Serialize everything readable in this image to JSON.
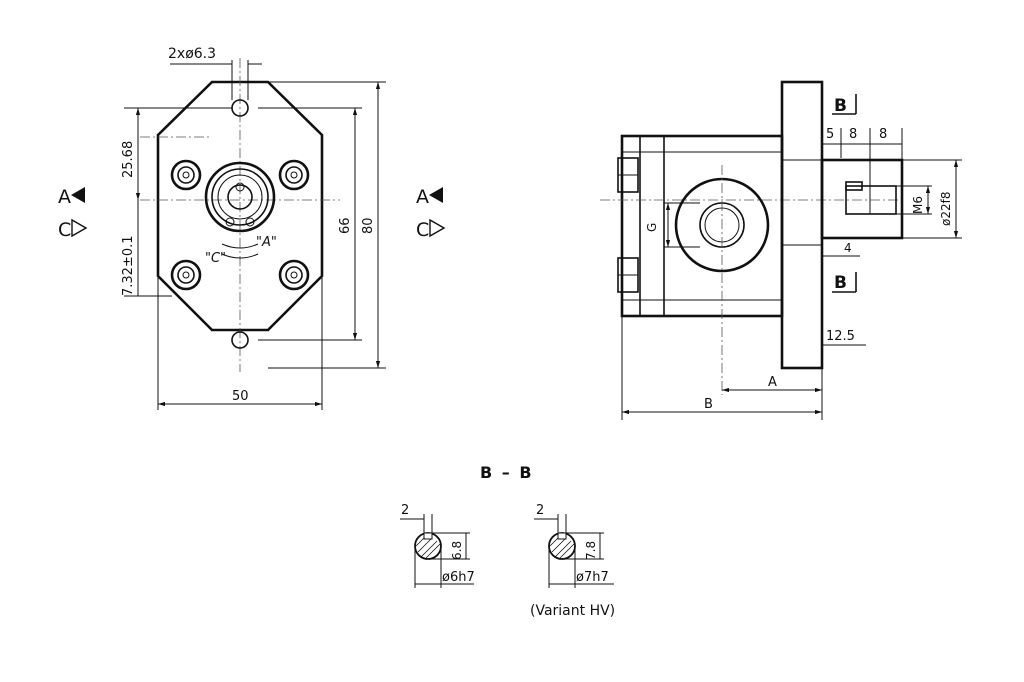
{
  "front_view": {
    "hole_spec": "2xø6.3",
    "dim_upper": "25.68",
    "dim_lower": "7.32±0.1",
    "dim_width": "50",
    "dim_height_inner": "66",
    "dim_height_outer": "80",
    "rotation_c": "\"C\"",
    "rotation_a": "\"A\"",
    "dir_a_label": "A",
    "dir_c_label": "C"
  },
  "side_view": {
    "dir_a_label": "A",
    "dir_c_label": "C",
    "section_mark": "B",
    "dim_5": "5",
    "dim_8a": "8",
    "dim_8b": "8",
    "thread": "M6",
    "shaft_dia": "ø22f8",
    "dim_4": "4",
    "dim_12_5": "12.5",
    "port_label": "G",
    "dim_a": "A",
    "dim_b": "B"
  },
  "section": {
    "title": "B – B",
    "left": {
      "key_width": "2",
      "height": "6.8",
      "diameter": "ø6h7"
    },
    "right": {
      "key_width": "2",
      "height": "7.8",
      "diameter": "ø7h7"
    },
    "variant_note": "(Variant HV)"
  }
}
